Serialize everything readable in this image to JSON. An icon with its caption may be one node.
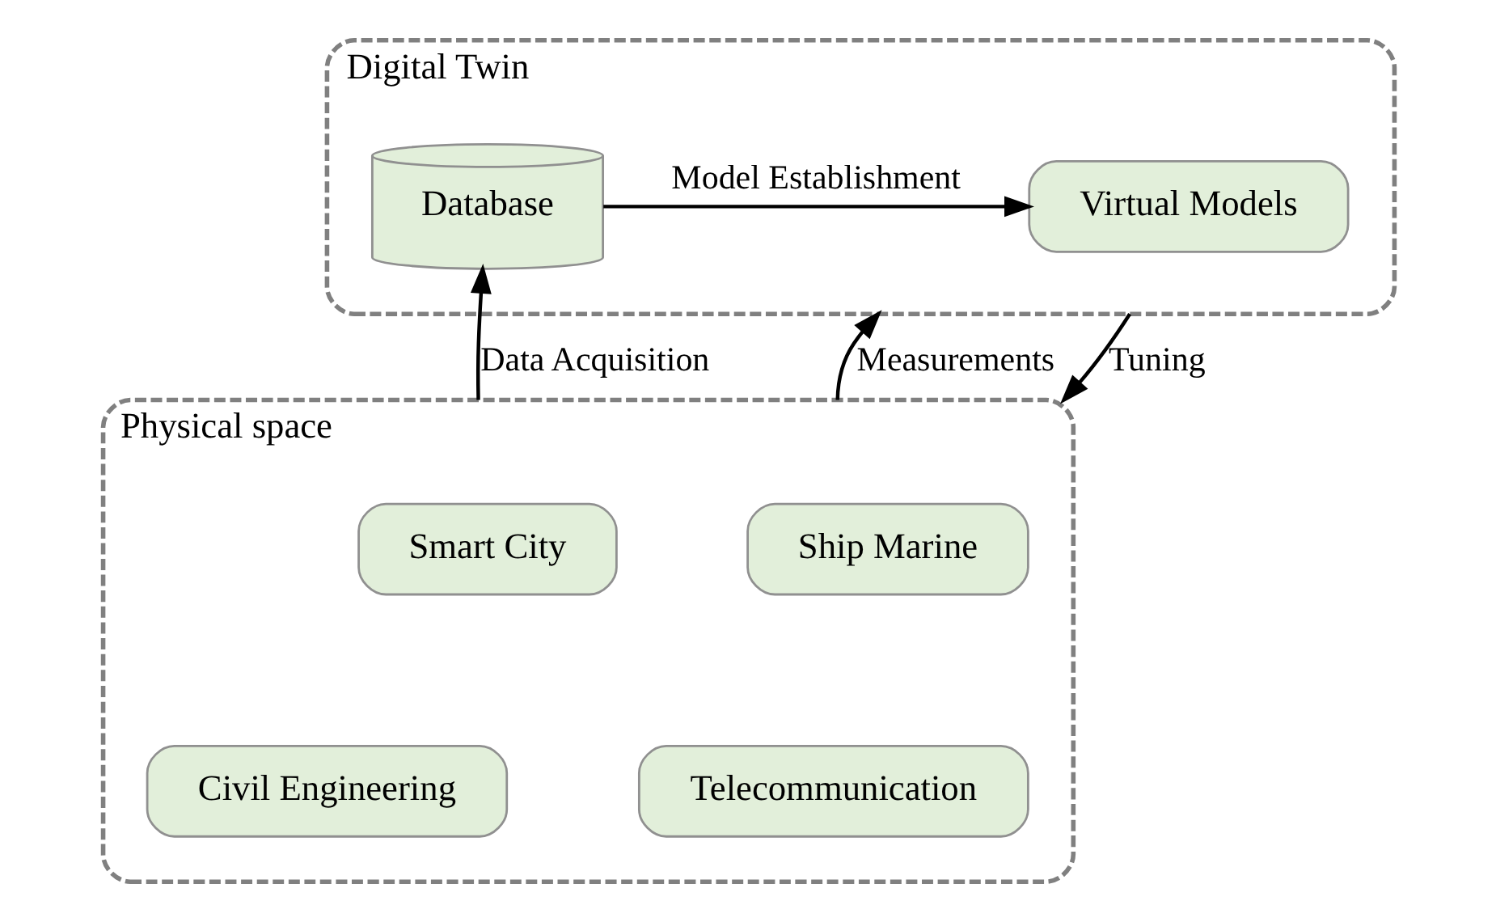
{
  "diagram": {
    "nodes": [
      {
        "text": [
          "Digital Twin"
        ]
      },
      {
        "text": [
          "Database"
        ],
        "in": 0
      },
      {
        "text": [
          "Virtual Models"
        ],
        "in": 0
      },
      {
        "text": [
          "Physical space"
        ]
      },
      {
        "text": [
          "Smart City"
        ],
        "in": 3
      },
      {
        "text": [
          "Ship Marine"
        ],
        "in": 3
      },
      {
        "text": [
          "Telecommunication"
        ],
        "in": 3
      },
      {
        "text": [
          "Civil Engineering"
        ],
        "in": 3
      }
    ],
    "edges": [
      {
        "from": 1,
        "to": 2,
        "arrow": "to",
        "label": "Model Establishment"
      },
      {
        "from": 3,
        "to": 1,
        "arrow": "to",
        "label": "Data Acquisition"
      },
      {
        "from": 3,
        "to": 0,
        "arrow": "to",
        "label": "Measurements"
      },
      {
        "from": 0,
        "to": 3,
        "arrow": "to",
        "label": "Tuning"
      }
    ]
  }
}
